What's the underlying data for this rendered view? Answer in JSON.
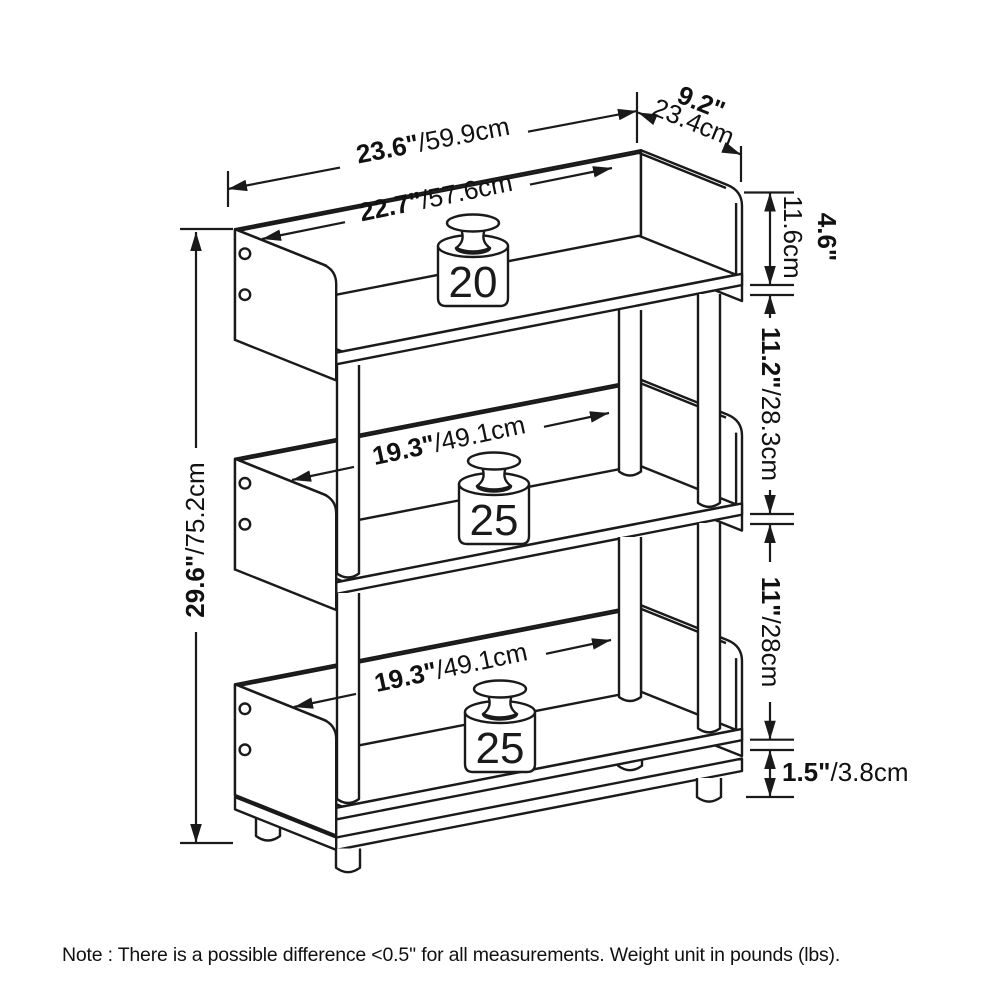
{
  "dims": {
    "outer_width_in": "23.6\"",
    "outer_width_cm": "/59.9cm",
    "top_inner_width_in": "22.7\"",
    "top_inner_width_cm": "/57.6cm",
    "depth_in": "9.2\"",
    "depth_cm": "23.4cm",
    "top_tier_height_in": "4.6\"",
    "top_tier_height_cm": "11.6cm",
    "upper_gap_in": "11.2\"",
    "upper_gap_cm": "/28.3cm",
    "lower_gap_in": "11\"",
    "lower_gap_cm": "/28cm",
    "foot_height_in": "1.5\"",
    "foot_height_cm": "/3.8cm",
    "total_height_in": "29.6\"",
    "total_height_cm": "/75.2cm",
    "shelf_inner_width_in": "19.3\"",
    "shelf_inner_width_cm": "/49.1cm"
  },
  "weights": {
    "top_shelf_lbs": "20",
    "middle_shelf_lbs": "25",
    "bottom_shelf_lbs": "25"
  },
  "note": "Note : There is a possible difference <0.5'' for all measurements. Weight unit in pounds (lbs)."
}
